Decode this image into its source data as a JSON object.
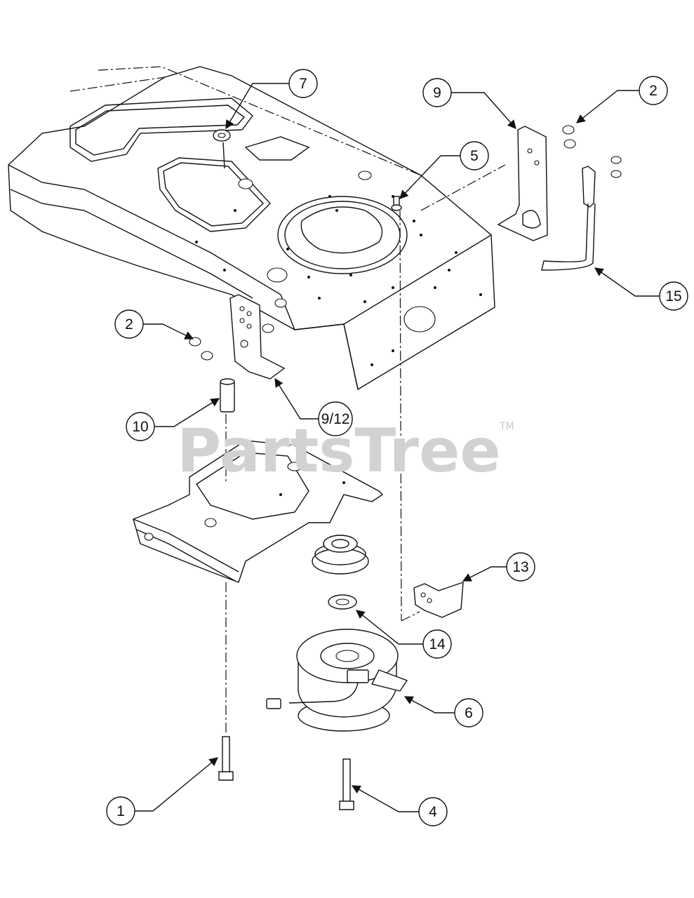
{
  "watermark": {
    "brand": "PartsTree",
    "tm": "TM"
  },
  "callouts": [
    {
      "label": "1"
    },
    {
      "label": "2"
    },
    {
      "label": "2"
    },
    {
      "label": "4"
    },
    {
      "label": "5"
    },
    {
      "label": "6"
    },
    {
      "label": "7"
    },
    {
      "label": "9"
    },
    {
      "label": "9/12"
    },
    {
      "label": "10"
    },
    {
      "label": "13"
    },
    {
      "label": "14"
    },
    {
      "label": "15"
    }
  ],
  "colors": {
    "line": "#111111",
    "watermark": "#d2d2d2",
    "background": "#ffffff"
  }
}
